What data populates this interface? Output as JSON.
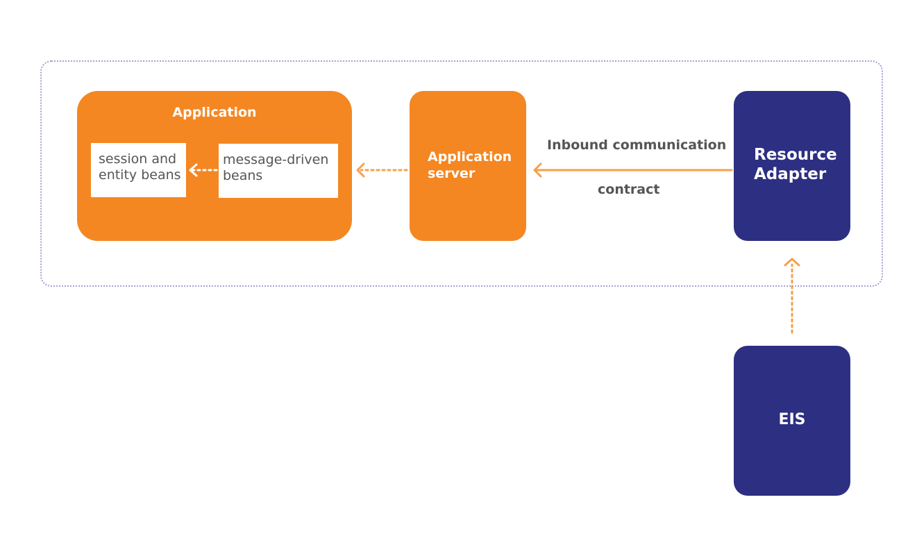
{
  "diagram": {
    "nodes": {
      "application": {
        "label": "Application"
      },
      "session_beans": {
        "lines": [
          "session and",
          "entity beans"
        ]
      },
      "message_driven_beans": {
        "lines": [
          "message-driven",
          "beans"
        ]
      },
      "application_server": {
        "lines": [
          "Application",
          "server"
        ]
      },
      "resource_adapter": {
        "lines": [
          "Resource",
          "Adapter"
        ]
      },
      "eis": {
        "label": "EIS"
      }
    },
    "edges": {
      "inbound_contract": {
        "label_top": "Inbound communication",
        "label_bottom": "contract"
      }
    },
    "colors": {
      "orange": "#f48722",
      "arrow_orange": "#f4a04a",
      "navy": "#2d2f82",
      "border_dotted": "#a79fd6",
      "label_gray": "#555555"
    }
  }
}
